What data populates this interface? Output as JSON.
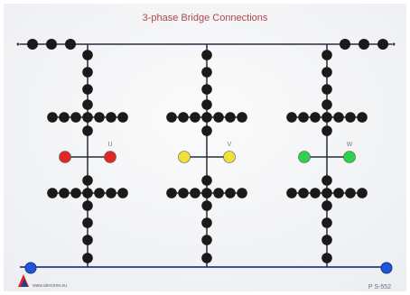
{
  "panel": {
    "title": "3-phase Bridge Connections",
    "part_number": "P S-552",
    "website": "www.alecoron.eu",
    "phases": [
      {
        "label": "U",
        "color": "#e02626"
      },
      {
        "label": "V",
        "color": "#efe03a"
      },
      {
        "label": "W",
        "color": "#2ed24a"
      }
    ],
    "bus_terminal_color": "#1f56d6",
    "socket_color": "#1a1a1a",
    "logo_colors": [
      "#d9202a",
      "#1f3f8f"
    ]
  }
}
